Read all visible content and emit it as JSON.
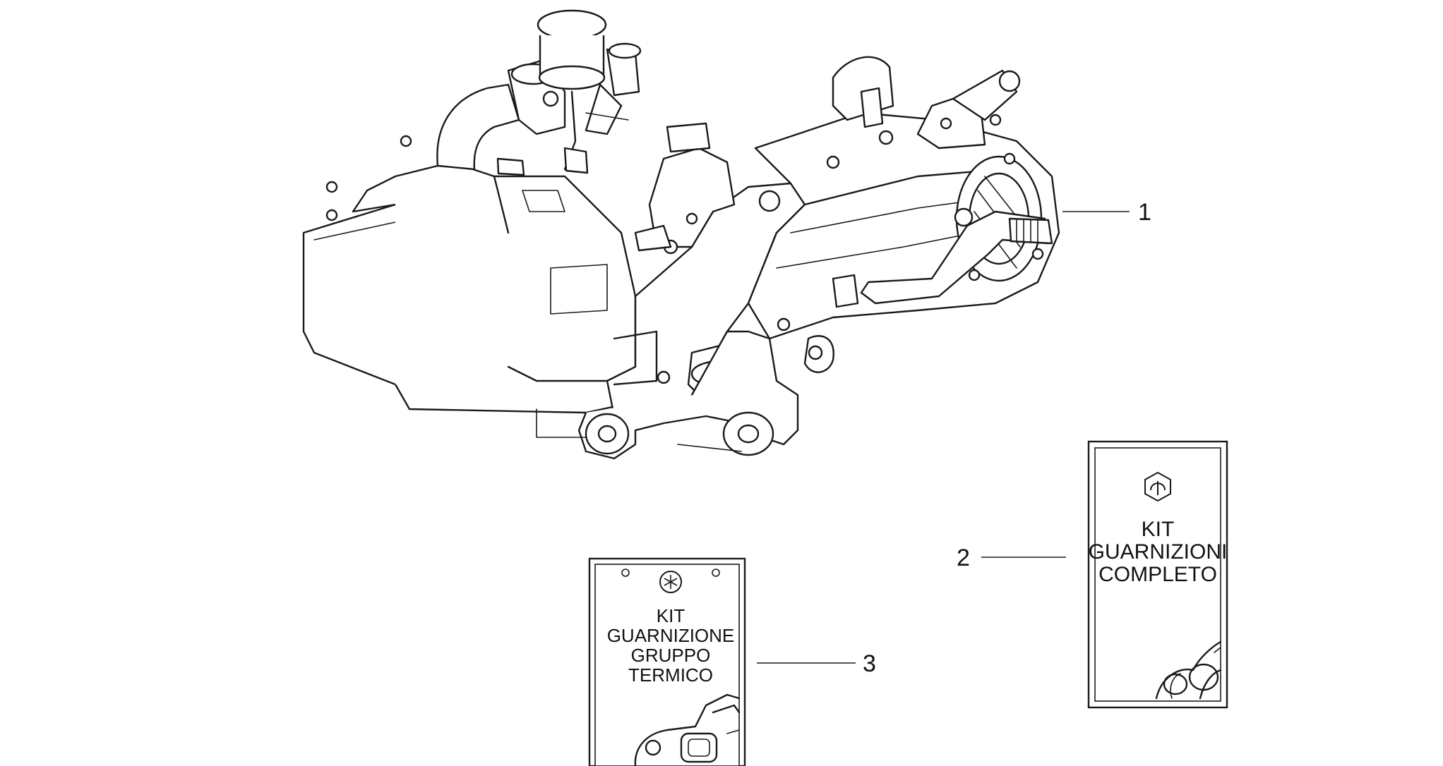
{
  "callouts": [
    {
      "number": "1"
    },
    {
      "number": "2"
    },
    {
      "number": "3"
    }
  ],
  "kit_complete": {
    "line1": "KIT",
    "line2": "GUARNIZIONI",
    "line3": "COMPLETO",
    "logo_icon": "piaggio-logo-icon"
  },
  "kit_thermal": {
    "line1": "KIT",
    "line2": "GUARNIZIONE",
    "line3": "GRUPPO",
    "line4": "TERMICO",
    "logo_icon": "snowflake-logo-icon"
  },
  "colors": {
    "ink": "#1a1a1a",
    "background": "#ffffff",
    "leader": "#555555"
  }
}
